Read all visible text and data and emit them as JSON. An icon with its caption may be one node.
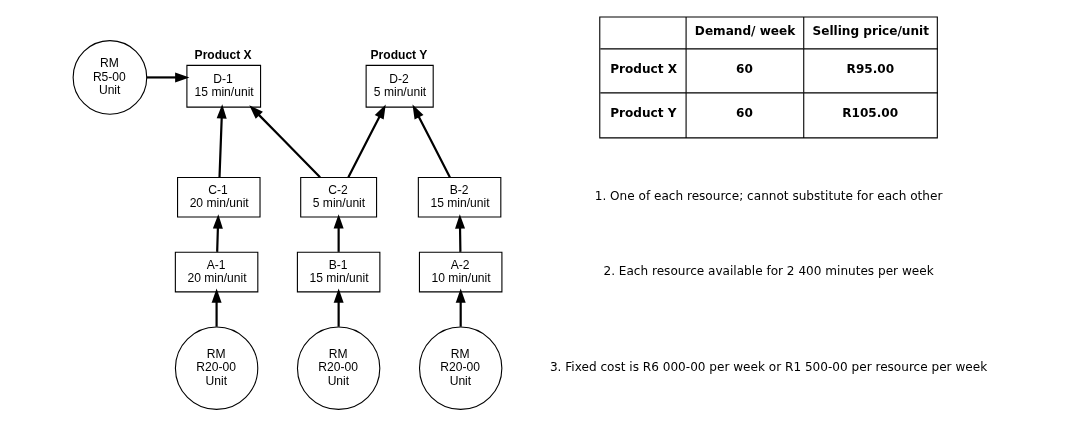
{
  "diagram": {
    "nodes": [
      {
        "text": [
          "Product X",
          "D-1",
          "15 min/unit"
        ]
      },
      {
        "text": [
          "Product Y",
          "D-2",
          "5 min/unit"
        ]
      },
      {
        "text": [
          "RM R5-00 Unit"
        ]
      },
      {
        "text": [
          "C-1",
          "20 min/unit"
        ]
      },
      {
        "text": [
          "C-2",
          "5 min/unit"
        ]
      },
      {
        "text": [
          "B-2",
          "15 min/unit"
        ]
      },
      {
        "text": [
          "A-1",
          "20 min/unit"
        ]
      },
      {
        "text": [
          "B-1",
          "15 min/unit"
        ]
      },
      {
        "text": [
          "A-2",
          "10 min/unit"
        ]
      },
      {
        "text": [
          "RM R20-00 Unit"
        ]
      },
      {
        "text": [
          "RM R20-00 Unit"
        ]
      },
      {
        "text": [
          "RM R20-00 Unit"
        ]
      }
    ],
    "edges": [
      {
        "from": 2,
        "to": 0,
        "arrow": "to"
      },
      {
        "from": 3,
        "to": 0,
        "arrow": "to"
      },
      {
        "from": 4,
        "to": 0,
        "arrow": "to"
      },
      {
        "from": 4,
        "to": 1,
        "arrow": "to"
      },
      {
        "from": 5,
        "to": 1,
        "arrow": "to"
      },
      {
        "from": 6,
        "to": 3,
        "arrow": "to"
      },
      {
        "from": 7,
        "to": 4,
        "arrow": "to"
      },
      {
        "from": 8,
        "to": 5,
        "arrow": "to"
      },
      {
        "from": 9,
        "to": 6,
        "arrow": "to"
      },
      {
        "from": 10,
        "to": 7,
        "arrow": "to"
      },
      {
        "from": 11,
        "to": 8,
        "arrow": "to"
      }
    ],
    "labels": [
      "Demand/ week",
      "Selling price/unit",
      "Product X",
      "60",
      "R95.00",
      "Product Y",
      "60",
      "R105.00",
      "1. One of each resource; cannot substitute for each other",
      "2. Each resource available for 2 400 minutes per week",
      "3. Fixed cost is R6 000-00 per week or R1 500-00 per resource per week"
    ]
  }
}
